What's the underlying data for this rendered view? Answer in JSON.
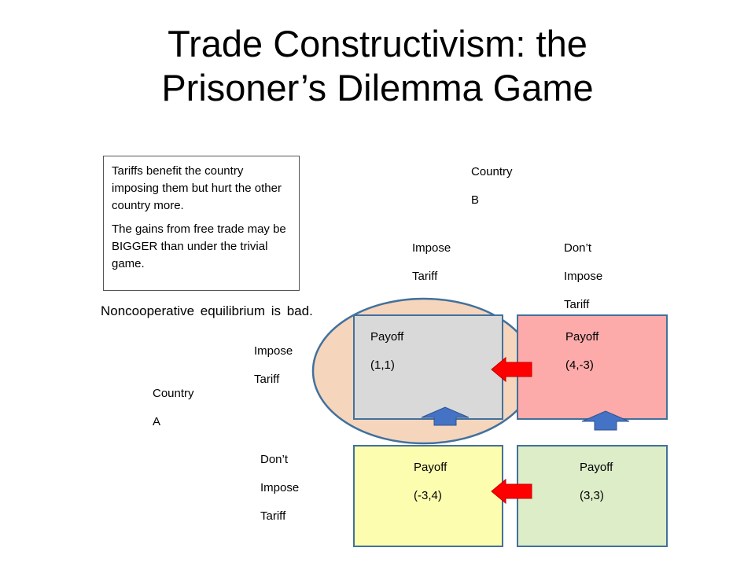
{
  "slide": {
    "title_line1": "Trade Constructivism: the",
    "title_line2": "Prisoner’s Dilemma Game"
  },
  "note": {
    "para1": "Tariffs benefit the country imposing them but hurt the other country more.",
    "para2": "The gains from free trade may be BIGGER than under the trivial game."
  },
  "equilibrium_text": "Noncooperative equilibrium is bad.",
  "country_b": {
    "line1": "Country",
    "line2": "B"
  },
  "country_a": {
    "line1": "Country",
    "line2": "A"
  },
  "col_headers": {
    "impose": [
      "Impose",
      "Tariff"
    ],
    "dont_impose": [
      "Don’t",
      "Impose",
      "Tariff"
    ]
  },
  "row_headers": {
    "impose": [
      "Impose",
      "Tariff"
    ],
    "dont_impose": [
      "Don’t",
      "Impose",
      "Tariff"
    ]
  },
  "cells": {
    "tl": {
      "label": "Payoff",
      "value": "(1,1)",
      "fill": "#d9d9d9",
      "border": "#41719c"
    },
    "tr": {
      "label": "Payoff",
      "value": "(4,-3)",
      "fill": "#fcaaaa",
      "border": "#41719c"
    },
    "bl": {
      "label": "Payoff",
      "value": "(-3,4)",
      "fill": "#fdfdb0",
      "border": "#41719c"
    },
    "br": {
      "label": "Payoff",
      "value": "(3,3)",
      "fill": "#dcedc8",
      "border": "#41719c"
    }
  },
  "colors": {
    "ellipse_fill": "#f6d5bd",
    "ellipse_stroke": "#41719c",
    "red_arrow": "#ff0000",
    "blue_arrow": "#4472c4"
  }
}
